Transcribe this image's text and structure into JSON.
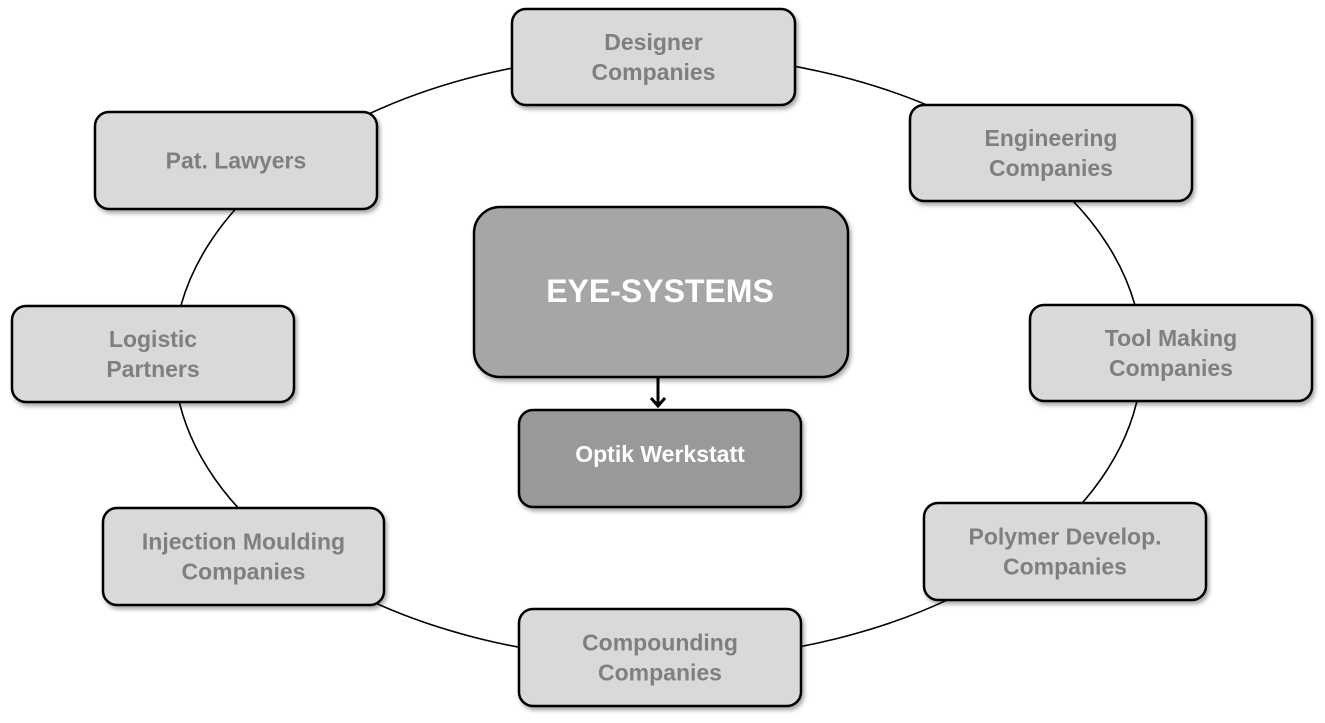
{
  "diagram": {
    "center": {
      "title": "EYE-SYSTEMS",
      "subtitle": "Optik Werkstatt"
    },
    "partners": [
      {
        "id": "designer",
        "lines": [
          "Designer",
          "Companies"
        ]
      },
      {
        "id": "engineering",
        "lines": [
          "Engineering",
          "Companies"
        ]
      },
      {
        "id": "tool-making",
        "lines": [
          "Tool Making",
          "Companies"
        ]
      },
      {
        "id": "polymer-develop",
        "lines": [
          "Polymer Develop.",
          "Companies"
        ]
      },
      {
        "id": "compounding",
        "lines": [
          "Compounding",
          "Companies"
        ]
      },
      {
        "id": "injection-moulding",
        "lines": [
          "Injection Moulding",
          "Companies"
        ]
      },
      {
        "id": "logistic",
        "lines": [
          "Logistic",
          "Partners"
        ]
      },
      {
        "id": "pat-lawyers",
        "lines": [
          "Pat. Lawyers"
        ]
      }
    ],
    "colors": {
      "partner_fill": "#d9d9d9",
      "partner_text": "#7f7f7f",
      "center_fill": "#a6a6a6",
      "sub_fill": "#999999",
      "center_text": "#ffffff",
      "stroke": "#000000"
    }
  }
}
